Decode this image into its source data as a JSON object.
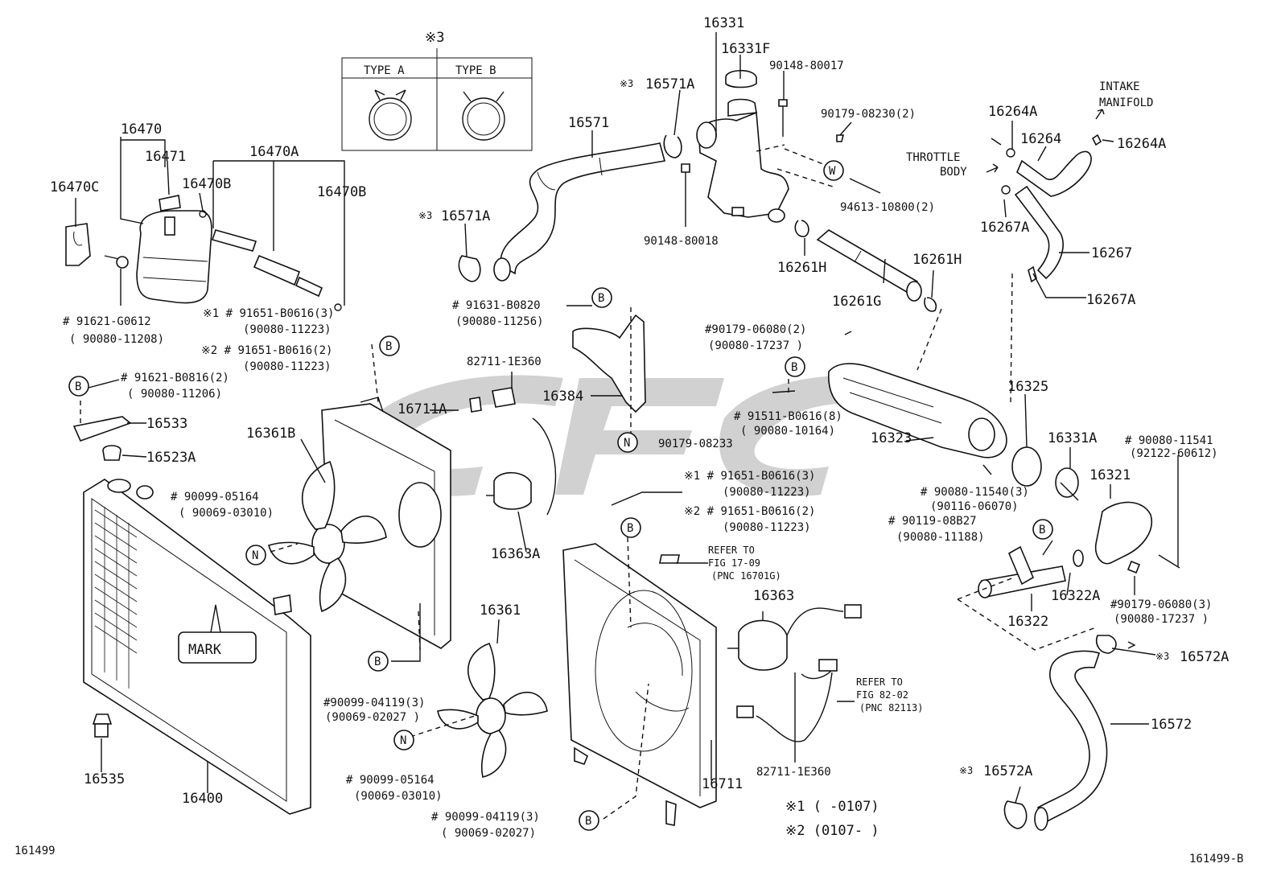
{
  "colors": {
    "ink": "#111111",
    "paper": "#ffffff",
    "watermark": "#9a9a9a"
  },
  "figure": {
    "code_left": "161499",
    "code_right": "161499-B"
  },
  "clamp_types": {
    "title": "※3",
    "type_a": "TYPE A",
    "type_b": "TYPE B"
  },
  "labels": {
    "l16331": "16331",
    "l16331F": "16331F",
    "l90148_80017": "90148-80017",
    "l16571A_top": "16571A",
    "l16571A_top_mark": "※3",
    "l16571": "16571",
    "l90179_08230": "90179-08230(2)",
    "l16264A_l": "16264A",
    "l16264": "16264",
    "l16264A_r": "16264A",
    "l_intake1": "INTAKE",
    "l_intake2": "MANIFOLD",
    "l_throttle1": "THROTTLE",
    "l_throttle2": "BODY",
    "l16470": "16470",
    "l16471": "16471",
    "l16470A": "16470A",
    "l16470C": "16470C",
    "l16470B_l": "16470B",
    "l16470B_r": "16470B",
    "l16571A_left": "16571A",
    "l16571A_left_mark": "※3",
    "l90148_80018": "90148-80018",
    "l94613": "94613-10800(2)",
    "l16261H_l": "16261H",
    "l16261H_r": "16261H",
    "l16261G": "16261G",
    "l16267A_top": "16267A",
    "l16267": "16267",
    "l16267A": "16267A",
    "l91621_G0612": "# 91621-G0612",
    "l90080_11208": "( 90080-11208)",
    "l91651_1": "※1 # 91651-B0616(3)",
    "l90080_11223_1": "(90080-11223)",
    "l91651_2": "※2 # 91651-B0616(2)",
    "l90080_11223_2": "(90080-11223)",
    "l91621_B0816": "# 91621-B0816(2)",
    "l90080_11206": "( 90080-11206)",
    "l16533": "16533",
    "l16523A": "16523A",
    "l91631": "# 91631-B0820",
    "l90080_11256": "(90080-11256)",
    "l82711_top": "82711-1E360",
    "l16384": "16384",
    "l16711A": "16711A",
    "l16361B": "16361B",
    "l90179_08233": "90179-08233",
    "l90179_06080_top": "#90179-06080(2)",
    "l90080_17237_top": "(90080-17237 )",
    "l91511": "# 91511-B0616(8)",
    "l90080_10164": "( 90080-10164)",
    "l16323": "16323",
    "l16325": "16325",
    "l16331A": "16331A",
    "l90080_11541": "# 90080-11541",
    "l92122": "(92122-60612)",
    "l16321": "16321",
    "l90099_05164_a": "# 90099-05164",
    "l90069_03010_a": "( 90069-03010)",
    "l16363A": "16363A",
    "l91651_3": "※1 # 91651-B0616(3)",
    "l90080_11223_3": "(90080-11223)",
    "l91651_4": "※2 # 91651-B0616(2)",
    "l90080_11223_4": "(90080-11223)",
    "l90080_11540": "# 90080-11540(3)",
    "l90116": "(90116-06070)",
    "l90119": "# 90119-08B27",
    "l90080_11188": "(90080-11188)",
    "l_refer1_a": "REFER TO",
    "l_refer1_b": "FIG 17-09",
    "l_refer1_c": "(PNC 16701G)",
    "l16363": "16363",
    "l16322A": "16322A",
    "l90179_06080_r": "#90179-06080(3)",
    "l90080_17237_r": "(90080-17237 )",
    "l16322": "16322",
    "l16572A_top": "16572A",
    "l16572A_top_mark": "※3",
    "l_mark": "MARK",
    "l16361": "16361",
    "l90099_04119_a": "#90099-04119(3)",
    "l90069_02027_a": "(90069-02027 )",
    "l_refer2_a": "REFER TO",
    "l_refer2_b": "FIG 82-02",
    "l_refer2_c": "(PNC 82113)",
    "l16572": "16572",
    "l16535": "16535",
    "l16400": "16400",
    "l90099_05164_b": "# 90099-05164",
    "l90069_03010_b": "(90069-03010)",
    "l16711": "16711",
    "l82711_bot": "82711-1E360",
    "l16572A_bot": "16572A",
    "l16572A_bot_mark": "※3",
    "l90099_04119_b": "# 90099-04119(3)",
    "l90069_02027_b": "( 90069-02027)",
    "note1": "※1 (     -0107)",
    "note2": "※2 (0107-     )"
  },
  "markers": {
    "b": "B",
    "n": "N",
    "w": "W"
  }
}
